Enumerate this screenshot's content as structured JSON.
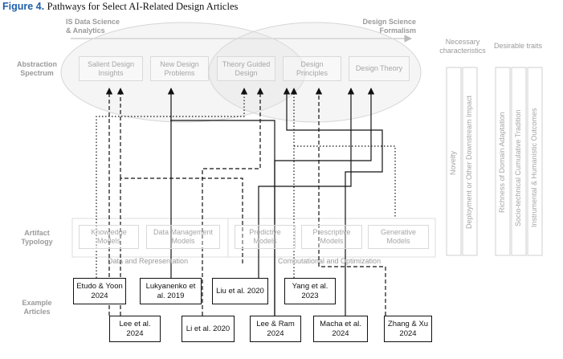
{
  "figure": {
    "number": "Figure 4.",
    "title": "Pathways for Select AI-Related Design Articles"
  },
  "top_labels": {
    "left": "IS Data Science\n& Analytics",
    "right": "Design Science\nFormalism"
  },
  "rows": {
    "abstraction": "Abstraction\nSpectrum",
    "typology": "Artifact\nTypology",
    "examples": "Example\nArticles"
  },
  "abstraction_levels": [
    "Salient Design\nInsights",
    "New Design\nProblems",
    "Theory Guided\nDesign",
    "Design\nPrinciples",
    "Design Theory"
  ],
  "artifact_types": [
    "Knowledge\nModels",
    "Data Management\nModels",
    "Predictive\nModels",
    "Prescriptive\nModels",
    "Generative\nModels"
  ],
  "groups": {
    "data": "Data and Representation",
    "computational": "Computational and Optimization"
  },
  "right_panel": {
    "necessary_title": "Necessary\ncharacteristics",
    "desirable_title": "Desirable traits",
    "necessary": [
      "Novelty",
      "Deployment or Other Downstream Impact"
    ],
    "desirable": [
      "Richness of Domain Adaptation",
      "Socio-technical Cumulative Tradition",
      "Instrumental & Humanistic Outcomes"
    ]
  },
  "articles_top": [
    "Etudo & Yoon\n2024",
    "Lukyanenko et\nal. 2019",
    "Liu et al. 2020",
    "Yang et al.\n2023"
  ],
  "articles_bottom": [
    "Lee et al.\n2024",
    "Li et al. 2020",
    "Lee & Ram\n2024",
    "Macha et al.\n2024",
    "Zhang & Xu\n2024"
  ],
  "colors": {
    "accent": "#1f5fa8",
    "line": "#111111",
    "muted": "#9a9a9a",
    "light_border": "#d9d9d9"
  }
}
